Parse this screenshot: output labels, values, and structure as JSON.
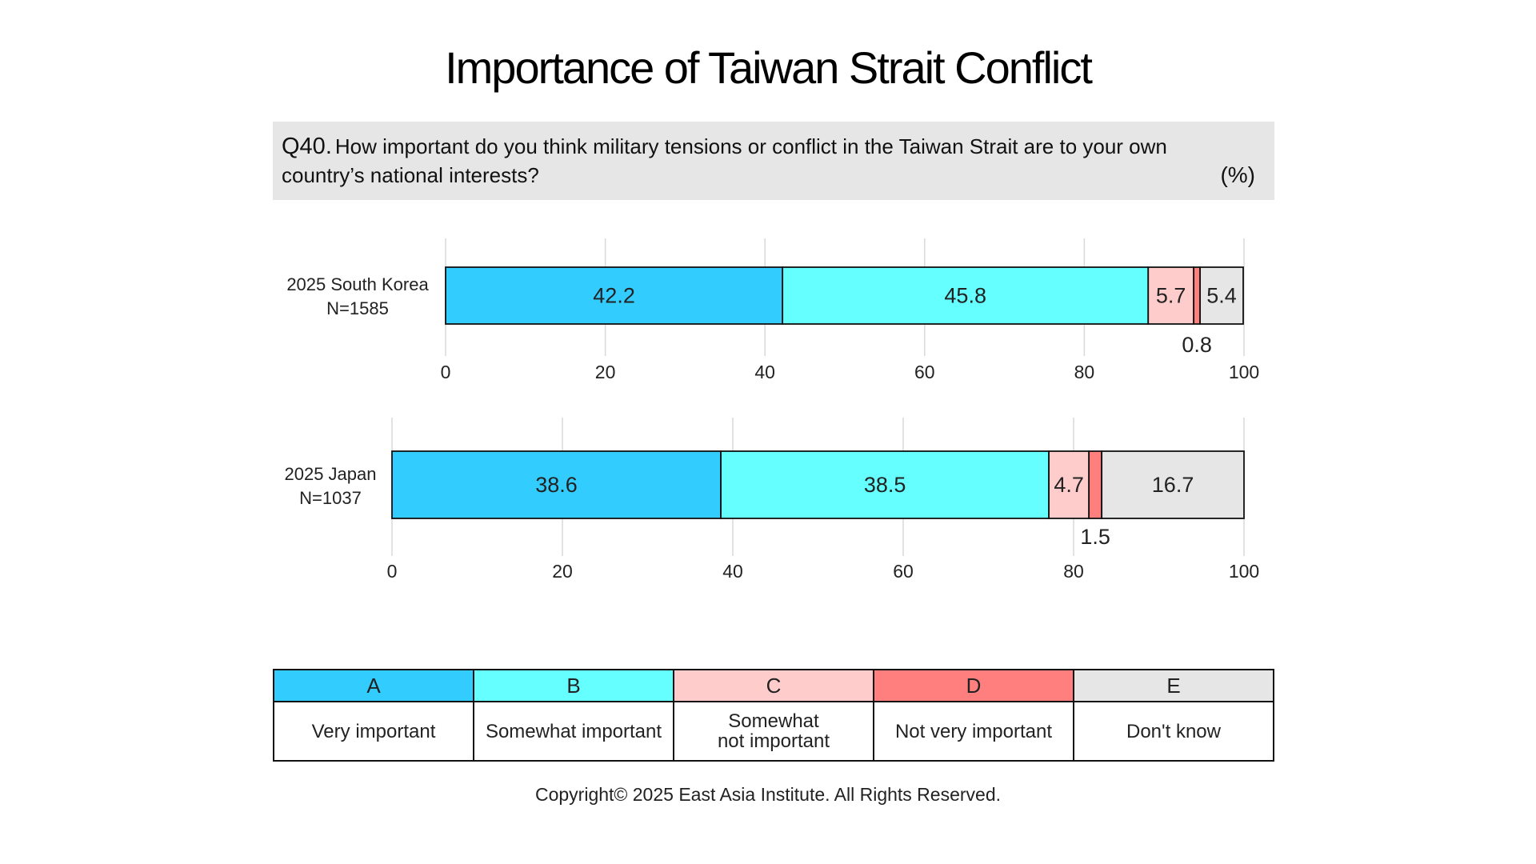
{
  "title": "Importance of Taiwan Strait Conflict",
  "question": {
    "number": "Q40.",
    "line1": "How important do you think military tensions or conflict in the Taiwan Strait are to your own",
    "line2": "country’s national interests?",
    "unit": "(%)"
  },
  "chart_data": {
    "type": "bar",
    "orientation": "horizontal",
    "stacked": true,
    "xlim": [
      0,
      100
    ],
    "xticks": [
      0,
      20,
      40,
      60,
      80,
      100
    ],
    "grid": true,
    "legend_placement": "bottom",
    "segments": [
      "A",
      "B",
      "C",
      "D",
      "E"
    ],
    "colors": [
      "#33ccff",
      "#66ffff",
      "#ffcccc",
      "#ff7f7f",
      "#e6e6e6"
    ],
    "groups": [
      {
        "label_line1": "2025 South Korea",
        "label_line2": "N=1585",
        "values": [
          42.2,
          45.8,
          5.7,
          0.8,
          5.4
        ],
        "value_labels": [
          "42.2",
          "45.8",
          "5.7",
          "0.8",
          "5.4"
        ]
      },
      {
        "label_line1": "2025 Japan",
        "label_line2": "N=1037",
        "values": [
          38.6,
          38.5,
          4.7,
          1.5,
          16.7
        ],
        "value_labels": [
          "38.6",
          "38.5",
          "4.7",
          "1.5",
          "16.7"
        ]
      }
    ]
  },
  "legend": [
    {
      "code": "A",
      "desc": "Very important",
      "color": "#33ccff"
    },
    {
      "code": "B",
      "desc": "Somewhat important",
      "color": "#66ffff"
    },
    {
      "code": "C",
      "desc": "Somewhat not important",
      "color": "#ffcccc"
    },
    {
      "code": "D",
      "desc": "Not very important",
      "color": "#ff7f7f"
    },
    {
      "code": "E",
      "desc": "Don't know",
      "color": "#e6e6e6"
    }
  ],
  "copyright": "Copyright© 2025 East Asia Institute. All Rights Reserved."
}
